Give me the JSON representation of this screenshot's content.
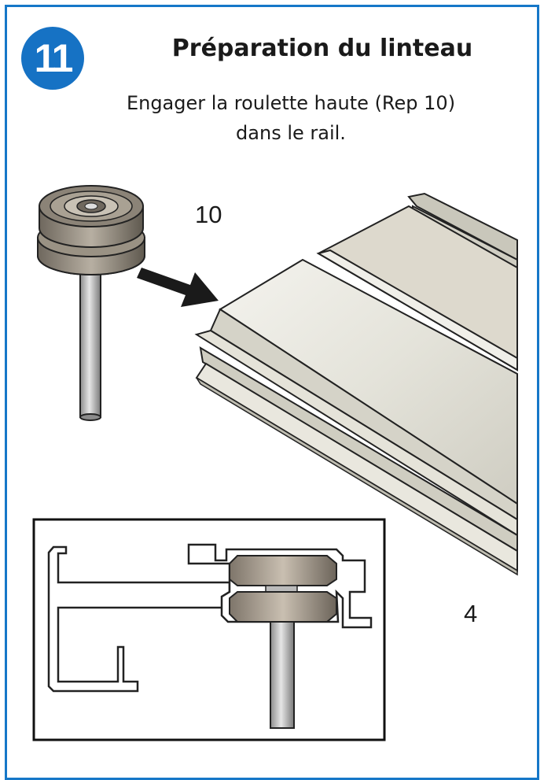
{
  "step": {
    "number": "11"
  },
  "header": {
    "title": "Préparation du linteau"
  },
  "instruction": {
    "line1": "Engager la roulette haute (Rep 10)",
    "line2": "dans le rail."
  },
  "labels": {
    "ref_roller": "10",
    "ref_rail": "4"
  },
  "colors": {
    "accent": "#1677c8",
    "badge": "#1672c4",
    "rail": "#e9e8e1",
    "roller": "#8a8377"
  }
}
